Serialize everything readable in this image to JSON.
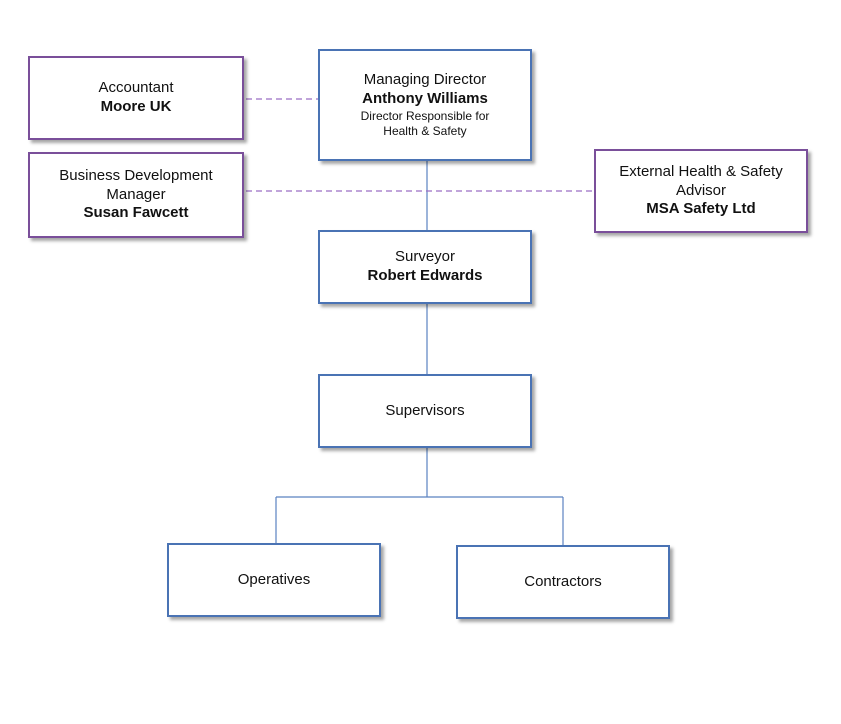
{
  "org_chart": {
    "managing_director": {
      "title": "Managing Director",
      "name": "Anthony Williams",
      "note_line1": "Director Responsible for",
      "note_line2": "Health & Safety"
    },
    "accountant": {
      "title": "Accountant",
      "name": "Moore UK"
    },
    "business_development": {
      "title_line1": "Business Development",
      "title_line2": "Manager",
      "name": "Susan Fawcett"
    },
    "external_advisor": {
      "title_line1": "External Health & Safety",
      "title_line2": "Advisor",
      "name": "MSA Safety Ltd"
    },
    "surveyor": {
      "title": "Surveyor",
      "name": "Robert Edwards"
    },
    "supervisors": {
      "label": "Supervisors"
    },
    "operatives": {
      "label": "Operatives"
    },
    "contractors": {
      "label": "Contractors"
    }
  },
  "colors": {
    "primary_border": "#4a73b4",
    "advisory_border": "#7a4f9a",
    "connector_solid": "#5b82c0",
    "connector_dashed": "#9b6ec4"
  }
}
